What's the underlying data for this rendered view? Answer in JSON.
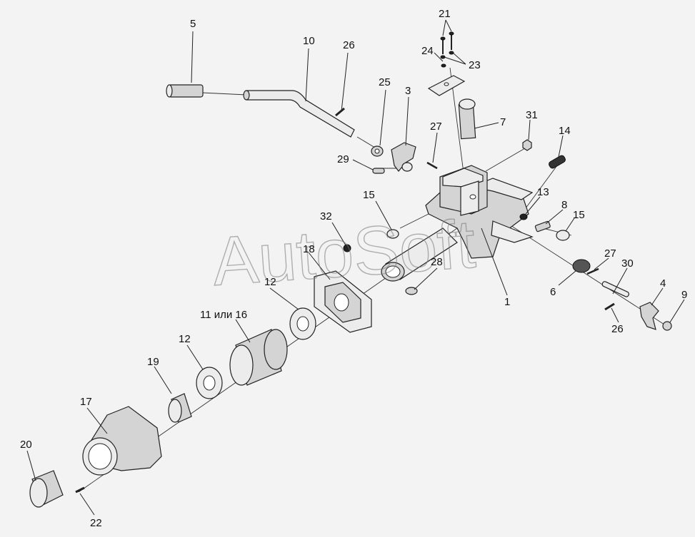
{
  "watermark": "AutoSoft",
  "callouts": {
    "c1": "1",
    "c3": "3",
    "c4": "4",
    "c5": "5",
    "c6": "6",
    "c7": "7",
    "c8": "8",
    "c9": "9",
    "c10": "10",
    "c11_16": "11 или 16",
    "c12a": "12",
    "c12b": "12",
    "c13": "13",
    "c14": "14",
    "c15a": "15",
    "c15b": "15",
    "c17": "17",
    "c18": "18",
    "c19": "19",
    "c20": "20",
    "c21": "21",
    "c22": "22",
    "c23": "23",
    "c24": "24",
    "c25": "25",
    "c26a": "26",
    "c26b": "26",
    "c27a": "27",
    "c27b": "27",
    "c28": "28",
    "c29": "29",
    "c30": "30",
    "c31": "31",
    "c32": "32"
  },
  "colors": {
    "background": "#f3f3f3",
    "part_fill": "#d4d4d4",
    "outline": "#222222",
    "watermark": "#777777"
  }
}
